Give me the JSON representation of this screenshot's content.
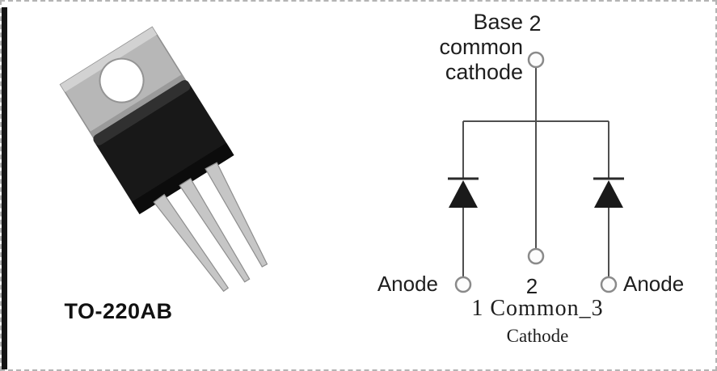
{
  "colors": {
    "background": "#ffffff",
    "border_dash": "#b4b4b4",
    "left_bar": "#141414",
    "wire": "#4f4f4f",
    "diode_fill": "#1a1a1a",
    "terminal_stroke": "#8a8a8a",
    "package_body": "#181818",
    "package_metal": "#b7b7b7",
    "leg_metal": "#c6c6c6",
    "text": "#1e1e1e"
  },
  "package": {
    "label": "TO-220AB"
  },
  "schematic": {
    "top_labels": [
      "Base",
      "common",
      "cathode"
    ],
    "top_pin": "2",
    "anode_left": "Anode",
    "center_pin": "2",
    "anode_right": "Anode",
    "bottom_pins": "1 Common_3",
    "caption": "Cathode"
  }
}
